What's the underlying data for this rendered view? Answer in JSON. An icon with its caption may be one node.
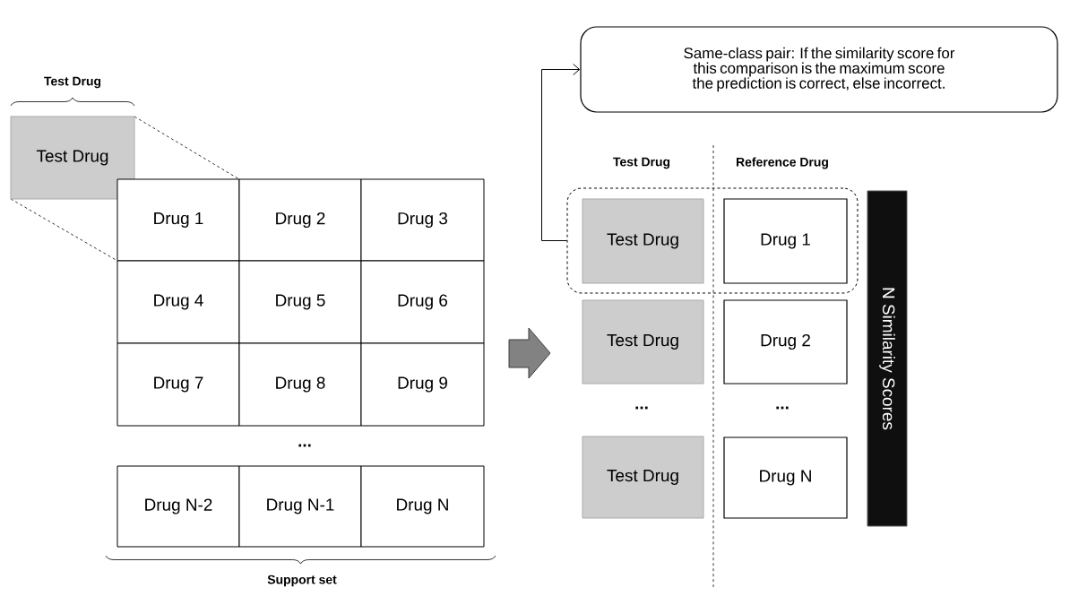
{
  "diagram": {
    "nodes": [
      {
        "text": [
          "Test Drug"
        ]
      },
      {
        "text": [
          "Drug 1"
        ]
      },
      {
        "text": [
          "Drug 2"
        ]
      },
      {
        "text": [
          "Drug 3"
        ]
      },
      {
        "text": [
          "Drug 4"
        ]
      },
      {
        "text": [
          "Drug 5"
        ]
      },
      {
        "text": [
          "Drug 6"
        ]
      },
      {
        "text": [
          "Drug 7"
        ]
      },
      {
        "text": [
          "Drug 8"
        ]
      },
      {
        "text": [
          "Drug 9"
        ]
      },
      {
        "text": [
          "Drug N-2"
        ]
      },
      {
        "text": [
          "Drug N-1"
        ]
      },
      {
        "text": [
          "Drug N"
        ]
      },
      {
        "text": [
          "Same-class pair: If the similarity score for this comparison is the maximum score the prediction is correct, else incorrect."
        ]
      },
      {
        "text": [],
        "shape": "box"
      },
      {
        "text": [
          "Test Drug"
        ],
        "in": 14
      },
      {
        "text": [
          "Drug 1"
        ],
        "in": 14
      },
      {
        "text": [
          "Test Drug"
        ]
      },
      {
        "text": [
          "Drug 2"
        ]
      },
      {
        "text": [
          "Test Drug"
        ]
      },
      {
        "text": [
          "Drug N"
        ]
      },
      {
        "text": [
          "N Similarity Scores"
        ]
      }
    ],
    "edges": [
      {
        "from": 14,
        "to": 13,
        "arrow": "to"
      }
    ],
    "labels": [
      "Test Drug",
      "Test Drug",
      "Reference Drug",
      "...",
      "...",
      "...",
      "Support set"
    ]
  }
}
